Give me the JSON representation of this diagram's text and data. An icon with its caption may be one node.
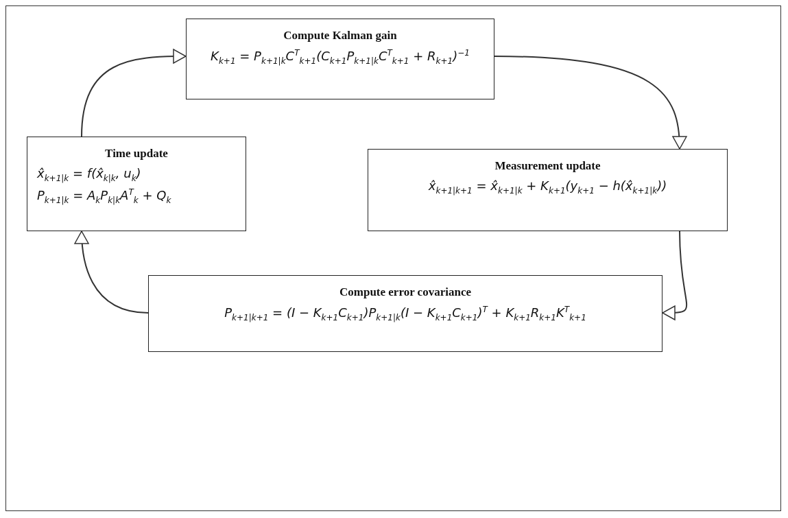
{
  "diagram": {
    "nodes": [
      {
        "text": [
          "Compute Kalman gain",
          "K$_{k+1}$ = P$_{k+1|k}$C$^{T}$$_{k+1}$(C$_{k+1}$P$_{k+1|k}$C$^{T}$$_{k+1}$ + R$_{k+1}$)$^{−1}$"
        ]
      },
      {
        "text": [
          "Time update",
          "x̂$_{k+1|k}$ = f(x̂$_{k|k}$, u$_{k}$)",
          "P$_{k+1|k}$ = A$_{k}$P$_{k|k}$A$^{T}$$_{k}$ + Q$_{k}$"
        ]
      },
      {
        "text": [
          "Measurement update",
          "x̂$_{k+1|k+1}$ = x̂$_{k+1|k}$ + K$_{k+1}$(y$_{k+1}$ − h(x̂$_{k+1|k}$))"
        ]
      },
      {
        "text": [
          "Compute error covariance",
          "P$_{k+1|k+1}$ = (I − K$_{k+1}$C$_{k+1}$)P$_{k+1|k}$(I − K$_{k+1}$C$_{k+1}$)$^{T}$ + K$_{k+1}$R$_{k+1}$K$^{T}$$_{k+1}$"
        ]
      }
    ],
    "edges": [
      {
        "from": 1,
        "to": 0,
        "arrow": "to"
      },
      {
        "from": 0,
        "to": 2,
        "arrow": "to"
      },
      {
        "from": 2,
        "to": 3,
        "arrow": "to"
      },
      {
        "from": 3,
        "to": 1,
        "arrow": "to"
      }
    ]
  }
}
